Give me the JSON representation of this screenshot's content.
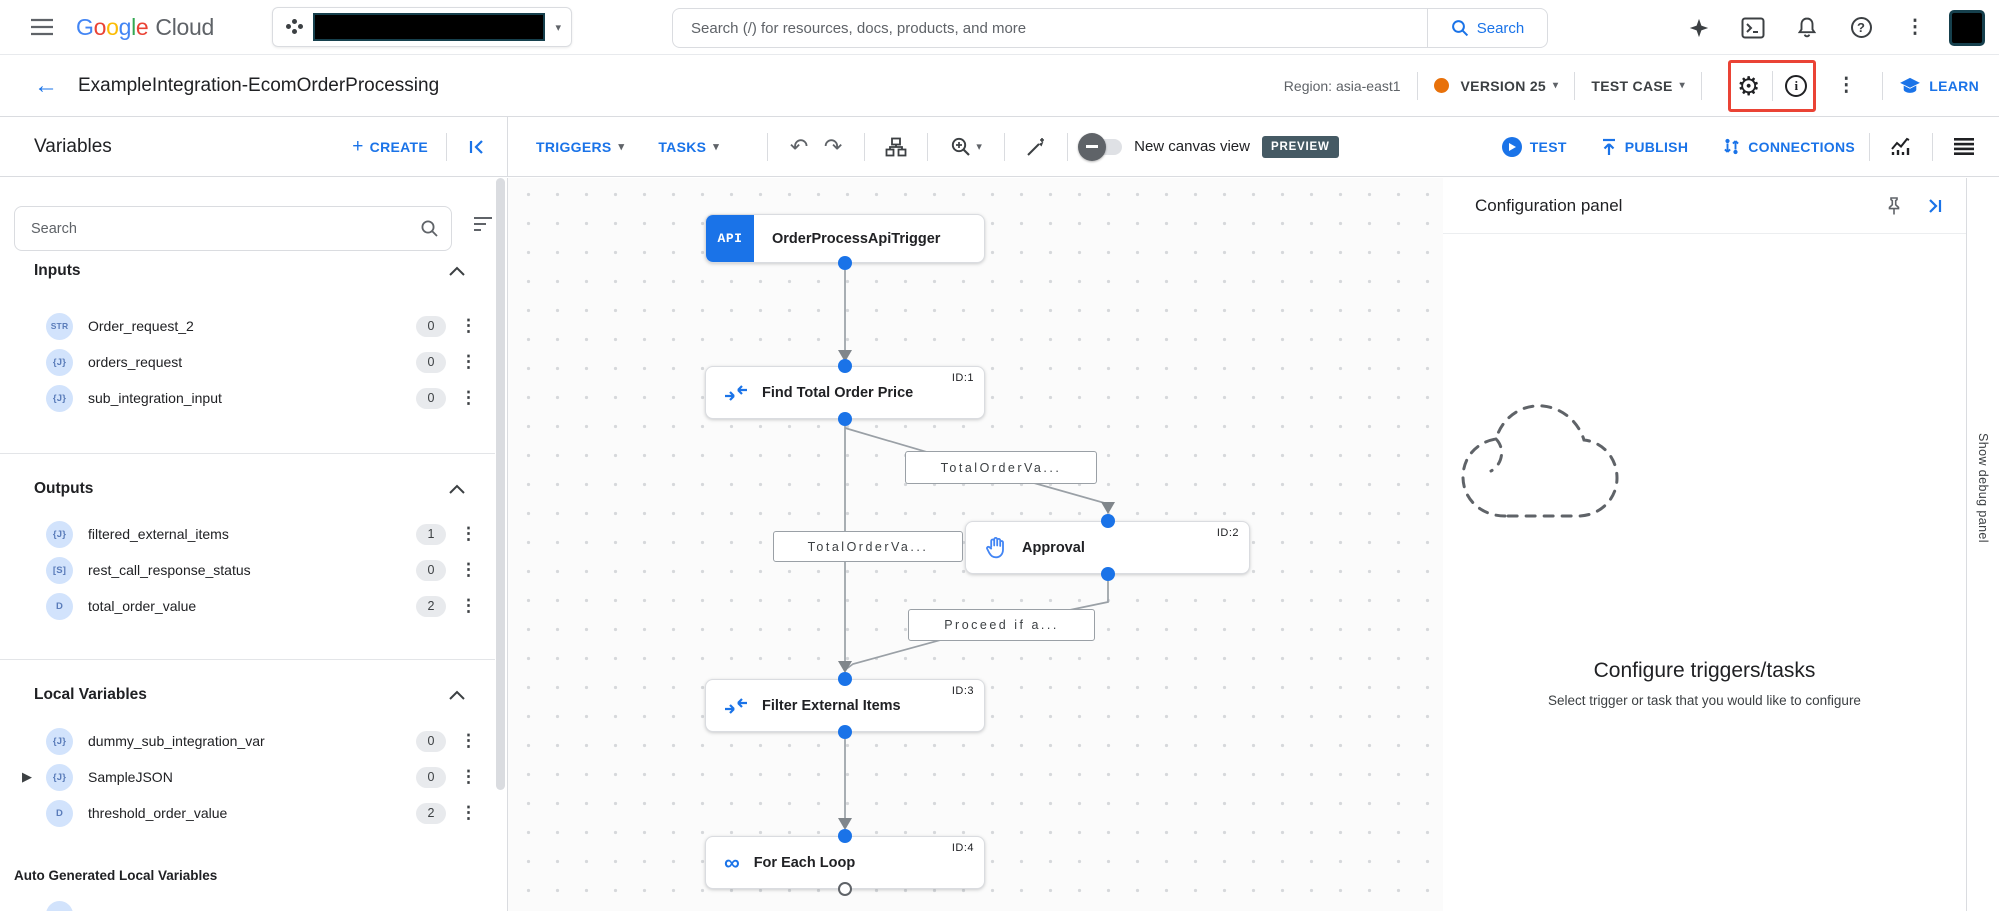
{
  "colors": {
    "accent": "#1a73e8",
    "version_dot": "#e8710a",
    "preview_badge_bg": "#455a64",
    "highlight_box": "#ea4335",
    "badge_bg": "#d2e3fc",
    "count_bg": "#e8eaed"
  },
  "icons": {
    "back_arrow": "←",
    "caret_down": "▾",
    "undo": "↶",
    "redo": "↷",
    "kebab": "⋮",
    "gear": "⚙",
    "info": "i",
    "help": "?",
    "infinity": "∞",
    "expander": "▶",
    "plus": "+"
  },
  "topbar": {
    "logo_letters": [
      "G",
      "o",
      "o",
      "g",
      "l",
      "e"
    ],
    "logo_cloud": "Cloud",
    "search_placeholder": "Search (/) for resources, docs, products, and more",
    "search_button": "Search"
  },
  "header": {
    "title": "ExampleIntegration-EcomOrderProcessing",
    "region": "Region: asia-east1",
    "version": "VERSION 25",
    "test_case": "TEST CASE",
    "learn": "LEARN"
  },
  "toolbar": {
    "variables_title": "Variables",
    "create": "CREATE",
    "triggers": "TRIGGERS",
    "tasks": "TASKS",
    "new_canvas_view": "New canvas view",
    "preview_badge": "PREVIEW",
    "test": "TEST",
    "publish": "PUBLISH",
    "connections": "CONNECTIONS"
  },
  "sidebar": {
    "search_placeholder": "Search",
    "sections": [
      {
        "title": "Inputs",
        "items": [
          {
            "type": "STR",
            "name": "Order_request_2",
            "count": "0"
          },
          {
            "type": "{J}",
            "name": "orders_request",
            "count": "0"
          },
          {
            "type": "{J}",
            "name": "sub_integration_input",
            "count": "0"
          }
        ]
      },
      {
        "title": "Outputs",
        "items": [
          {
            "type": "{J}",
            "name": "filtered_external_items",
            "count": "1"
          },
          {
            "type": "[S]",
            "name": "rest_call_response_status",
            "count": "0"
          },
          {
            "type": "D",
            "name": "total_order_value",
            "count": "2"
          }
        ]
      },
      {
        "title": "Local Variables",
        "items": [
          {
            "type": "{J}",
            "name": "dummy_sub_integration_var",
            "count": "0"
          },
          {
            "type": "{J}",
            "name": "SampleJSON",
            "count": "0"
          },
          {
            "type": "D",
            "name": "threshold_order_value",
            "count": "2"
          }
        ]
      }
    ],
    "auto_generated_header": "Auto Generated Local Variables"
  },
  "canvas": {
    "trigger": {
      "icon_label": "API",
      "label": "OrderProcessApiTrigger"
    },
    "nodes": [
      {
        "id": "ID:1",
        "label": "Find Total Order Price"
      },
      {
        "id": "ID:2",
        "label": "Approval"
      },
      {
        "id": "ID:3",
        "label": "Filter External Items"
      },
      {
        "id": "ID:4",
        "label": "For Each Loop"
      }
    ],
    "edge_labels": [
      "TotalOrderVa...",
      "TotalOrderVa...",
      "Proceed if a..."
    ]
  },
  "config_panel": {
    "title": "Configuration panel",
    "heading": "Configure triggers/tasks",
    "subheading": "Select trigger or task that you would like to configure"
  },
  "debug_panel_label": "Show debug panel"
}
